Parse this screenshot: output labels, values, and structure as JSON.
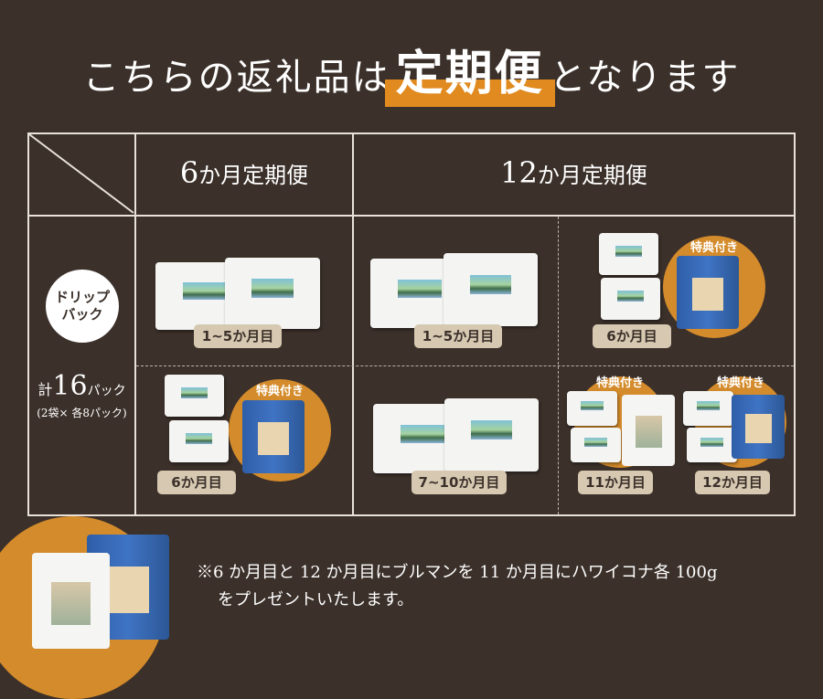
{
  "title": {
    "before": "こちらの返礼品は",
    "highlight": "定期便",
    "after": "となります"
  },
  "table": {
    "headers": [
      {
        "num": "6",
        "unit": "か月定期便"
      },
      {
        "num": "12",
        "unit": "か月定期便"
      }
    ],
    "row_label": {
      "badge_line1": "ドリップ",
      "badge_line2": "バック",
      "total_prefix": "計",
      "total_num": "16",
      "total_suffix": "パック",
      "detail": "(2袋× 各8パック)"
    },
    "cells": [
      {
        "label": "1~5か月目"
      },
      {
        "label": "1~5か月目"
      },
      {
        "label": "6か月目",
        "badge": "特典付き"
      },
      {
        "label": "6か月目",
        "badge": "特典付き"
      },
      {
        "label": "7~10か月目"
      },
      {
        "label": "11か月目",
        "badge": "特典付き"
      },
      {
        "label": "12か月目",
        "badge": "特典付き"
      }
    ]
  },
  "note": {
    "line1": "※6 か月目と 12 か月目にブルマンを 11 か月目にハワイコナ各 100g",
    "line2": "をプレゼントいたします。"
  },
  "colors": {
    "background": "#3b302a",
    "accent": "#e08a1f",
    "circle": "#d48b2b",
    "tag": "#d6c8b1"
  }
}
